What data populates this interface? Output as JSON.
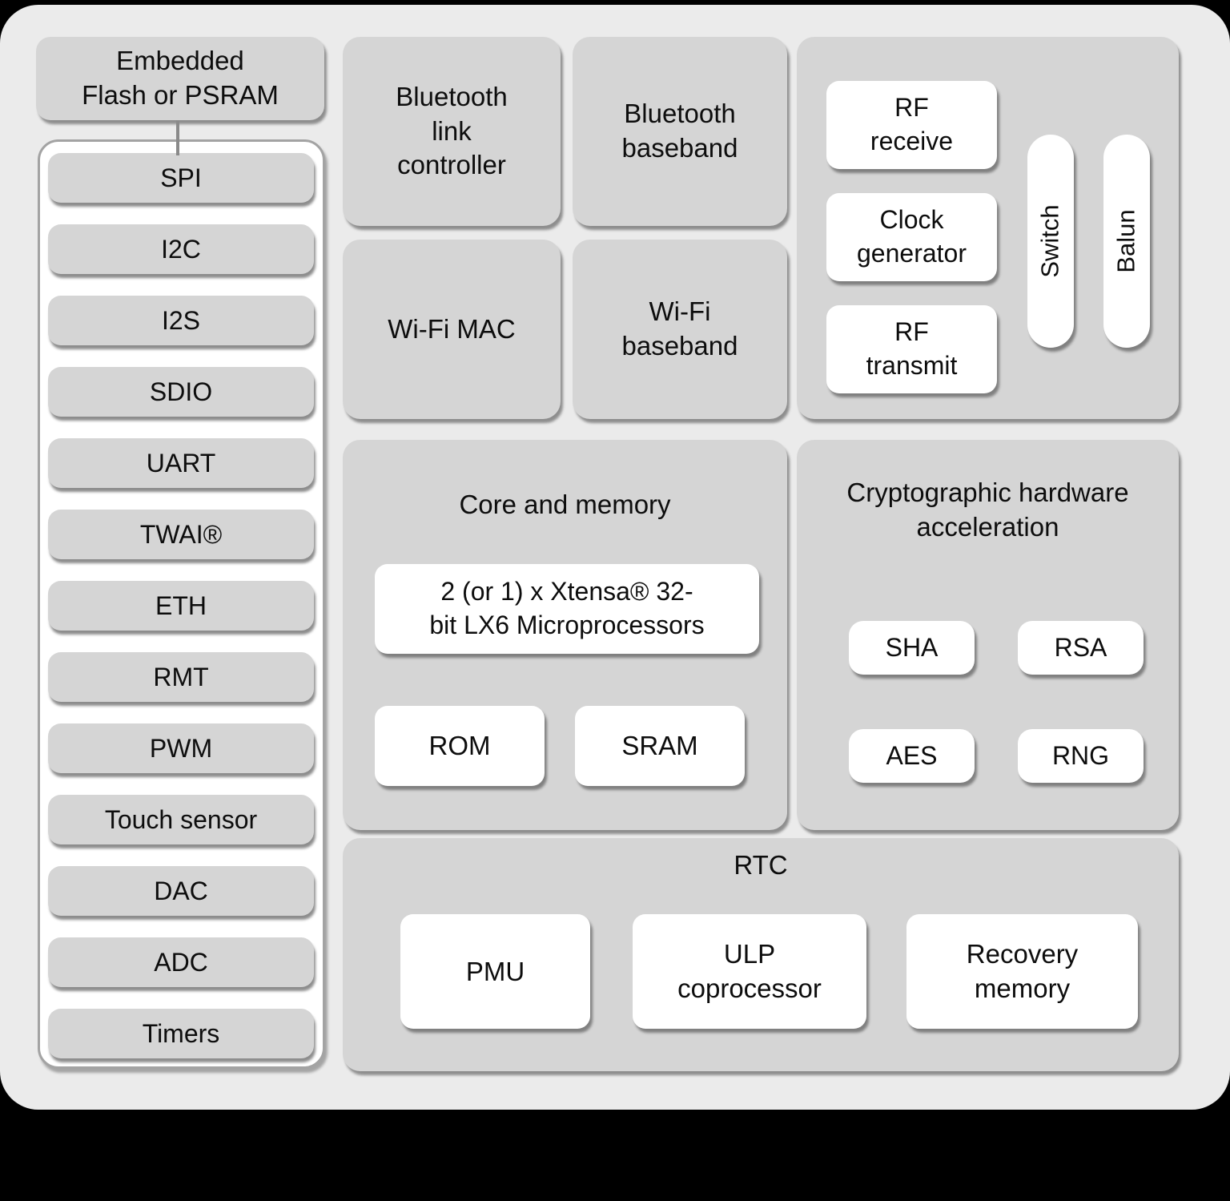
{
  "left": {
    "flash_label": "Embedded\nFlash or PSRAM",
    "peripherals": [
      "SPI",
      "I2C",
      "I2S",
      "SDIO",
      "UART",
      "TWAI®",
      "ETH",
      "RMT",
      "PWM",
      "Touch sensor",
      "DAC",
      "ADC",
      "Timers"
    ]
  },
  "radio": {
    "bt_link_controller": "Bluetooth\nlink\ncontroller",
    "bt_baseband": "Bluetooth\nbaseband",
    "wifi_mac": "Wi-Fi MAC",
    "wifi_baseband": "Wi-Fi\nbaseband"
  },
  "rf": {
    "receive": "RF\nreceive",
    "clock_generator": "Clock\ngenerator",
    "transmit": "RF\ntransmit",
    "switch": "Switch",
    "balun": "Balun"
  },
  "core": {
    "title": "Core and memory",
    "cpu": "2 (or 1) x Xtensa® 32-\nbit LX6 Microprocessors",
    "rom": "ROM",
    "sram": "SRAM"
  },
  "crypto": {
    "title": "Cryptographic hardware\nacceleration",
    "sha": "SHA",
    "rsa": "RSA",
    "aes": "AES",
    "rng": "RNG"
  },
  "rtc": {
    "title": "RTC",
    "pmu": "PMU",
    "ulp": "ULP\ncoprocessor",
    "recovery": "Recovery\nmemory"
  },
  "colors": {
    "background": "#000000",
    "canvas": "#ebebeb",
    "gray_block": "#d5d5d5",
    "white_card": "#ffffff",
    "panel_border": "#a3a3a3",
    "text": "#0d0d0d"
  }
}
